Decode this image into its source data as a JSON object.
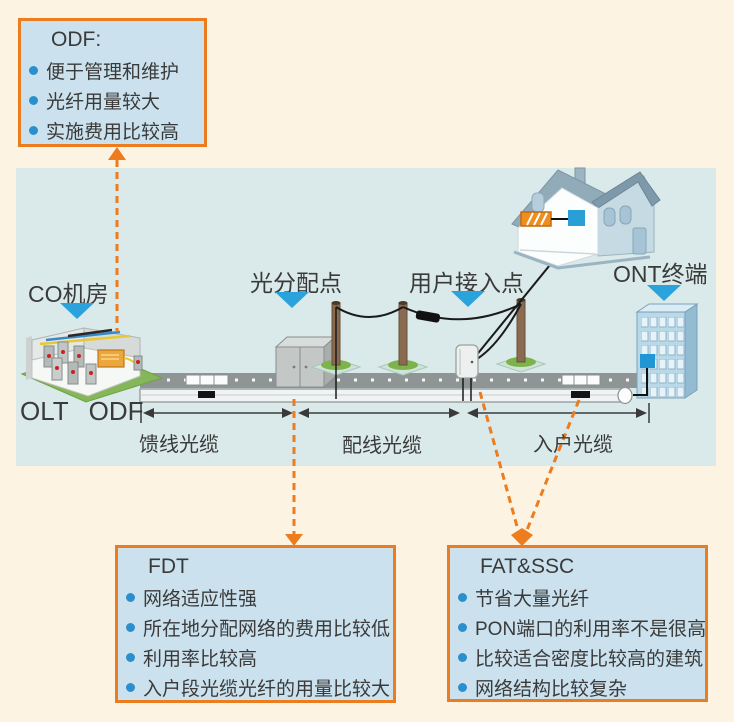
{
  "colors": {
    "page_bg": "#fcf3e2",
    "panel_bg": "#dae9e9",
    "callout_bg": "#cbe2ee",
    "accent_orange": "#ed7c1e",
    "bullet_blue": "#2b8fce",
    "pointer_blue": "#2aa3dc",
    "text": "#3a3a3a"
  },
  "callouts": {
    "odf": {
      "title": "ODF:",
      "bullets": [
        "便于管理和维护",
        "光纤用量较大",
        "实施费用比较高"
      ]
    },
    "fdt": {
      "title": "FDT",
      "bullets": [
        "网络适应性强",
        "所在地分配网络的费用比较低",
        "利用率比较高",
        "入户段光缆光纤的用量比较大"
      ]
    },
    "fat": {
      "title": "FAT&SSC",
      "bullets": [
        "节省大量光纤",
        "PON端口的利用率不是很高",
        "比较适合密度比较高的建筑",
        "网络结构比较复杂"
      ]
    }
  },
  "diagram": {
    "labels": {
      "co_room": "CO机房",
      "olt": "OLT",
      "odf": "ODF",
      "distribution_point": "光分配点",
      "access_point": "用户接入点",
      "ont_terminal": "ONT终端"
    },
    "cable_segments": [
      "馈线光缆",
      "配线光缆",
      "入户光缆"
    ]
  }
}
